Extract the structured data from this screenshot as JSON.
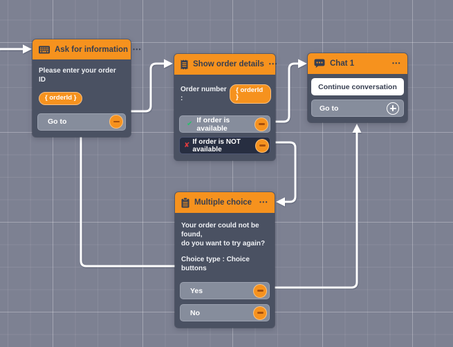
{
  "canvas": {
    "background": "#7d8192",
    "connector_color": "#ffffff"
  },
  "colors": {
    "accent_orange": "#f6921e",
    "node_body": "#4a5162",
    "button_gray": "#868d9c",
    "dark_branch_button": "#272e41",
    "header_text": "#363e50",
    "success_green": "#27c06a",
    "error_red": "#e23b3f"
  },
  "icons": {
    "ask_header": "keyboard-icon",
    "show_header": "receipt-icon",
    "chat_header": "chat-bubble-icon",
    "multi_header": "clipboard-icon",
    "menu": "•••",
    "check": "✔",
    "cross": "✘"
  },
  "nodes": {
    "ask": {
      "title": "Ask for information",
      "prompt": "Please enter your order ID",
      "variable_chip": "{ orderId }",
      "goto": "Go to"
    },
    "show": {
      "title": "Show order details",
      "field_label": "Order number :",
      "variable_chip": "{ orderId }",
      "branches": [
        {
          "label": "If order is available"
        },
        {
          "label": "If order is NOT available"
        }
      ]
    },
    "chat": {
      "title": "Chat 1",
      "primary": "Continue conversation",
      "goto": "Go to"
    },
    "multi": {
      "title": "Multiple choice",
      "question_line1": "Your order could not be found,",
      "question_line2": "do you want to try again?",
      "choice_type": "Choice type : Choice buttons",
      "options": [
        {
          "label": "Yes"
        },
        {
          "label": "No"
        }
      ]
    }
  }
}
